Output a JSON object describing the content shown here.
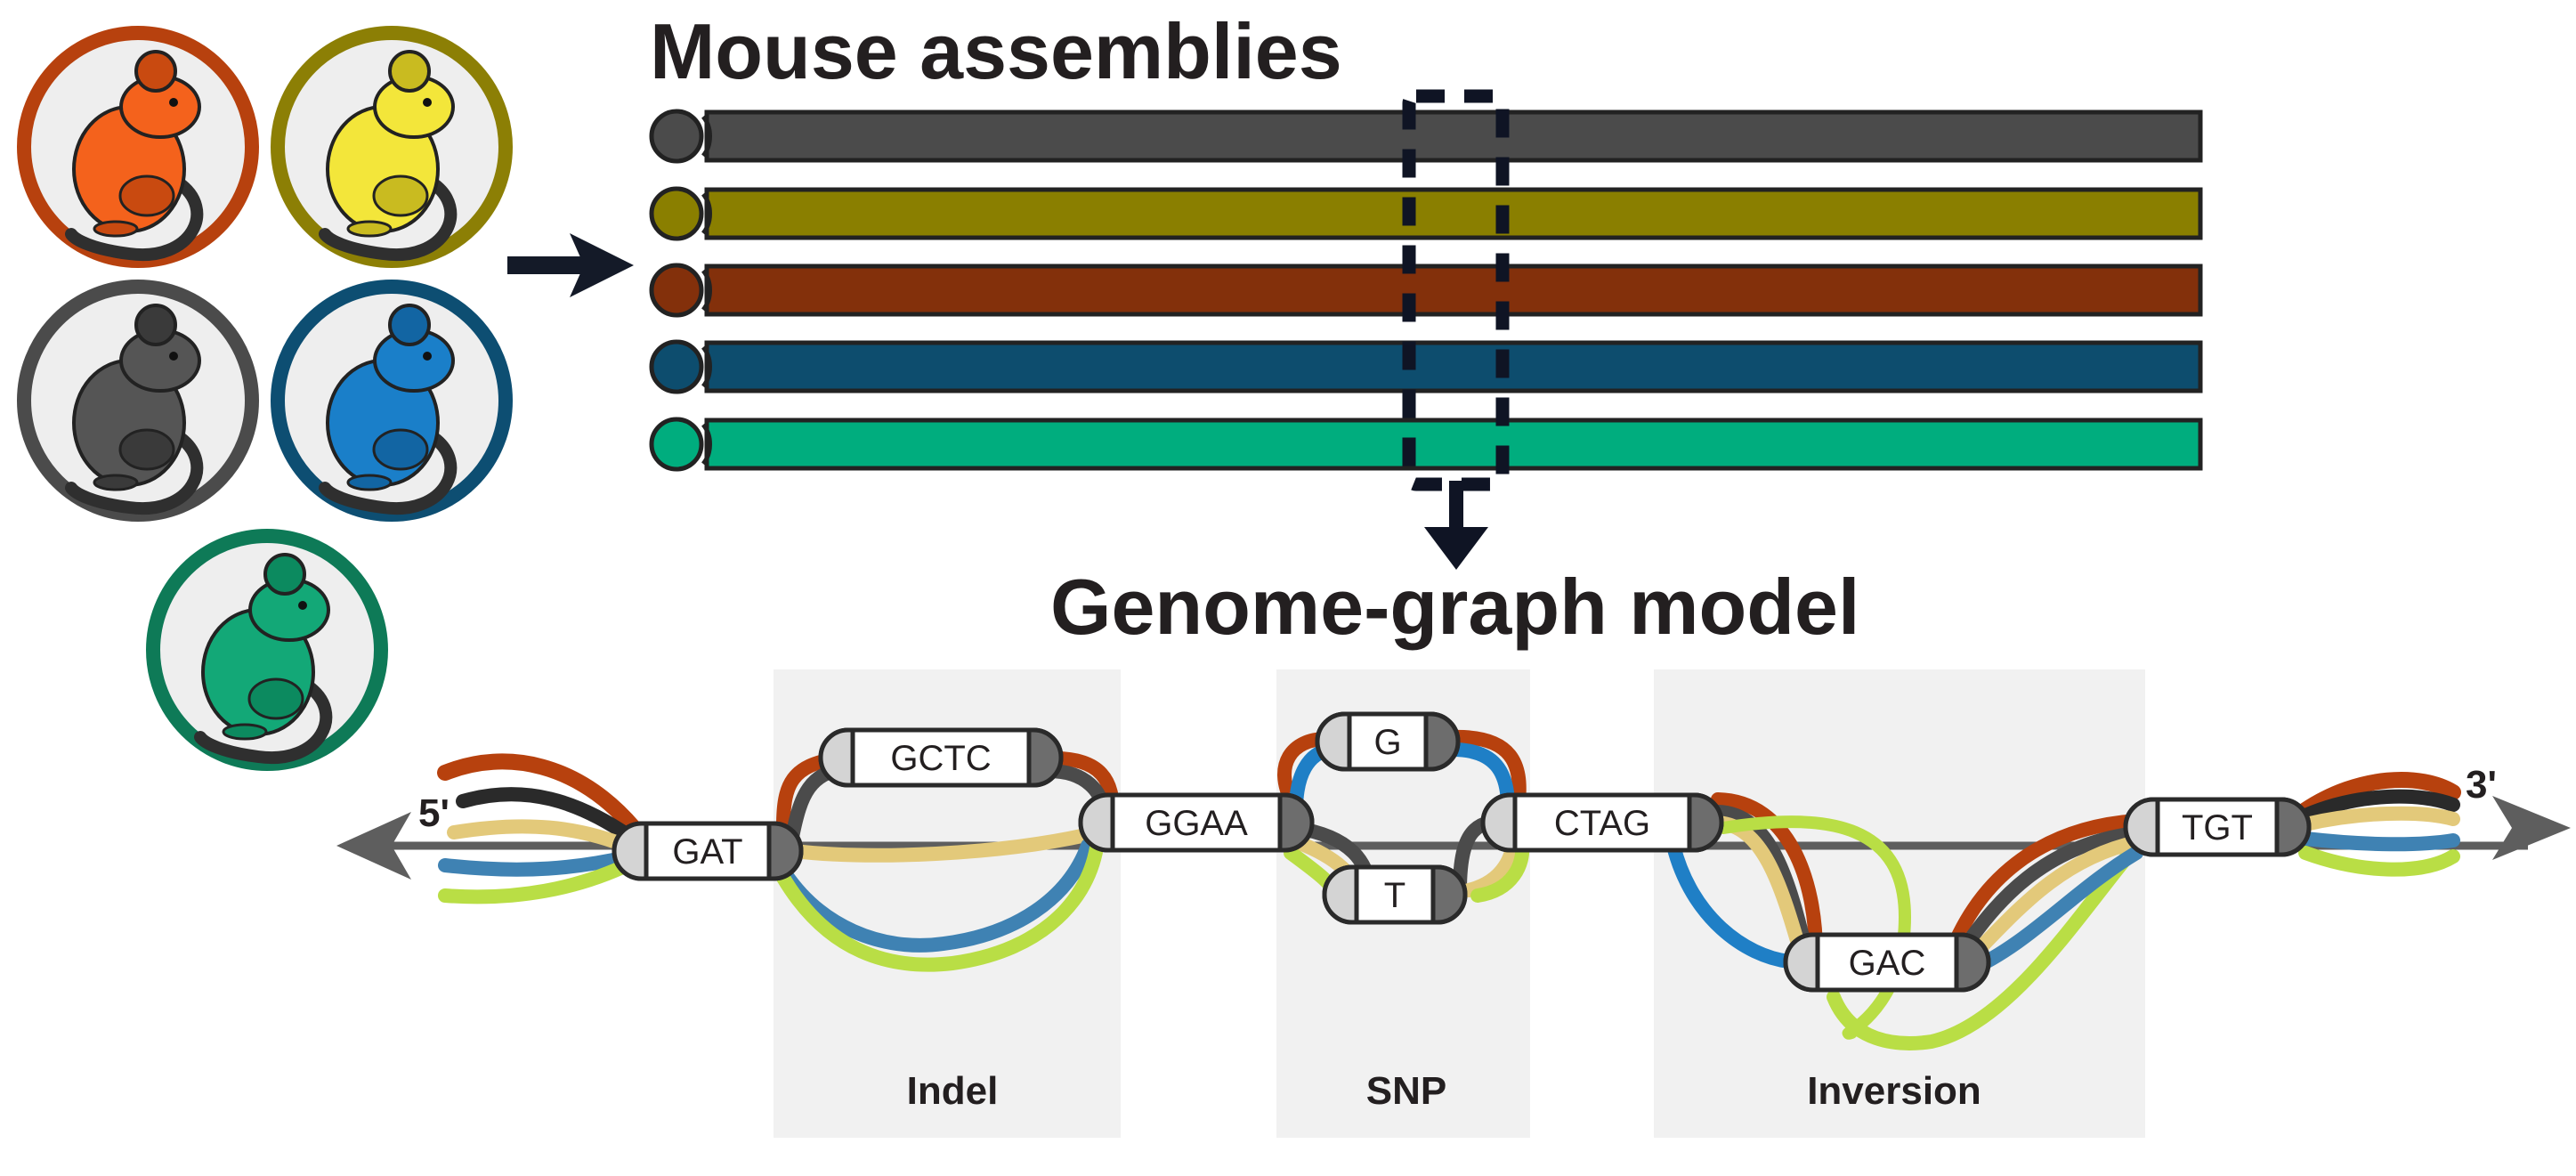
{
  "titles": {
    "assemblies": "Mouse assemblies",
    "graph_model": "Genome-graph model"
  },
  "regions": {
    "indel": "Indel",
    "snp": "SNP",
    "inversion": "Inversion"
  },
  "nodes": {
    "gat": "GAT",
    "gctc": "GCTC",
    "ggaa": "GGAA",
    "g": "G",
    "t": "T",
    "ctag": "CTAG",
    "gac": "GAC",
    "tgt": "TGT"
  },
  "ends": {
    "five_prime": "5'",
    "three_prime": "3'"
  },
  "strains": [
    {
      "ring": "#b7410e",
      "body": "#f4621c",
      "shade": "#c94a10"
    },
    {
      "ring": "#8c7f05",
      "body": "#f3e63a",
      "shade": "#c9bb20"
    },
    {
      "ring": "#4b4b4b",
      "body": "#555555",
      "shade": "#3a3a3a"
    },
    {
      "ring": "#0d4e72",
      "body": "#1a7fc9",
      "shade": "#1265a3"
    },
    {
      "ring": "#0e7a57",
      "body": "#13a877",
      "shade": "#0c8a5f"
    }
  ],
  "assembly_colors": [
    "#4b4b4b",
    "#8a7f00",
    "#83300b",
    "#0d4d6e",
    "#00ad7e"
  ],
  "path_colors": {
    "red": "#b7410e",
    "black": "#2a2a2a",
    "gray": "#5b5b5b",
    "tan": "#e3c97a",
    "blue": "#3f82b3",
    "bright_blue": "#1f7fc6",
    "green": "#b9de45"
  }
}
